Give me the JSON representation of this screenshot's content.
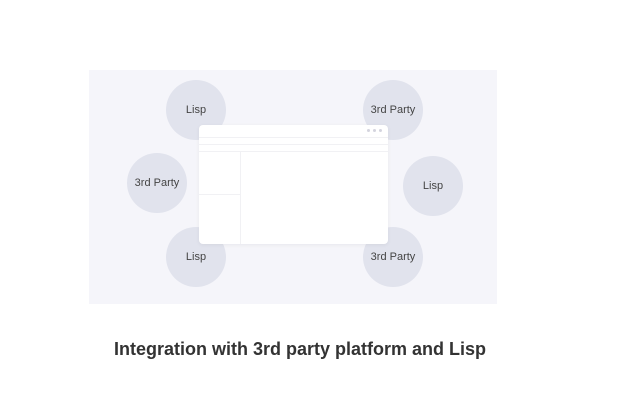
{
  "nodes": [
    {
      "label": "Lisp"
    },
    {
      "label": "3rd Party"
    },
    {
      "label": "3rd Party"
    },
    {
      "label": "Lisp"
    },
    {
      "label": "Lisp"
    },
    {
      "label": "3rd Party"
    }
  ],
  "caption": "Integration with 3rd party platform and Lisp"
}
